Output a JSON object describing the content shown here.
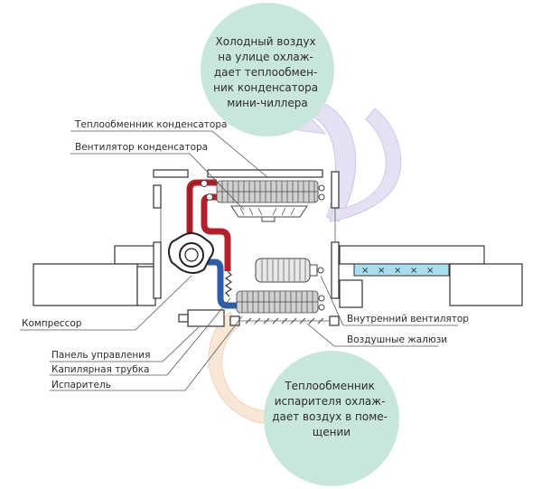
{
  "bubbles": {
    "outdoor": {
      "lines": [
        "Холодный воздух",
        "на улице охлаж-",
        "дает теплообмен-",
        "ник конденсатора",
        "мини-чиллера"
      ],
      "color": "#c8e6dc"
    },
    "indoor": {
      "lines": [
        "Теплообменник",
        "испарителя охлаж-",
        "дает воздух в поме-",
        "щении"
      ],
      "color": "#c8e6dc"
    }
  },
  "labels": {
    "condenser_exchanger": "Теплообменник конденсатора",
    "condenser_fan": "Вентилятор конденсатора",
    "compressor": "Компрессор",
    "control_panel": "Панель управления",
    "capillary_tube": "Капилярная трубка",
    "evaporator": "Испаритель",
    "indoor_fan": "Внутренний вентилятор",
    "louvers": "Воздушные жалюзи"
  },
  "colors": {
    "hot_pipe": "#b3202a",
    "cold_pipe": "#2e5ea8",
    "cool_arrow": "#e6e1f2",
    "warm_arrow": "#f8e6d6",
    "window_glass": "#a9dcef"
  },
  "window_marks": [
    "×",
    "×",
    "×",
    "×",
    "×"
  ]
}
